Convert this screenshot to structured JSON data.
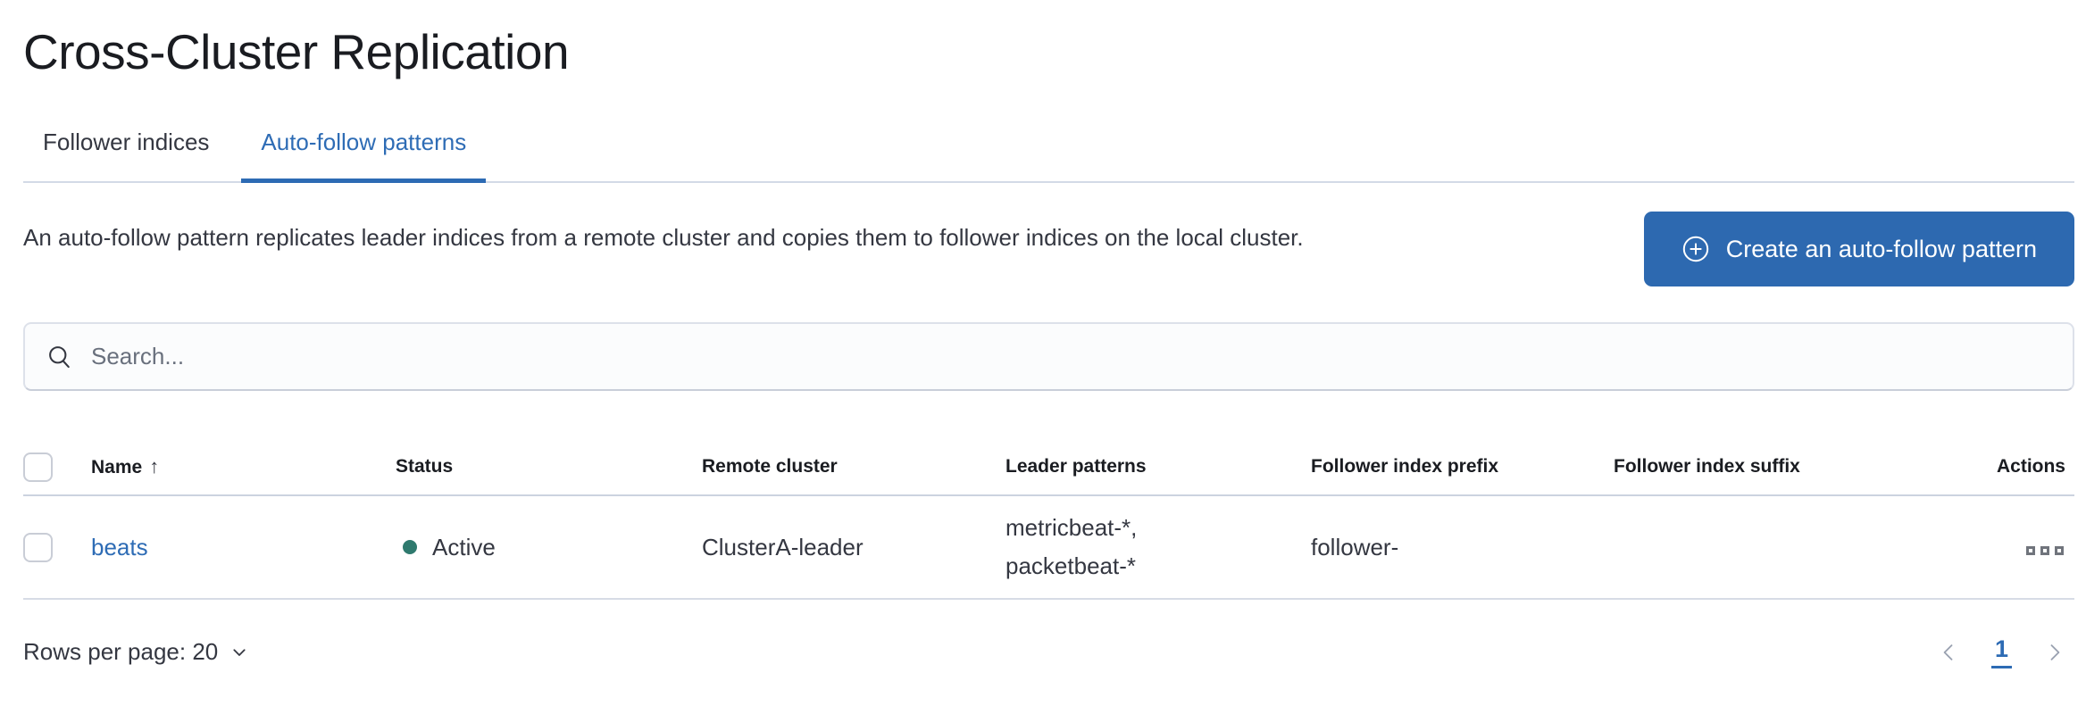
{
  "page": {
    "title": "Cross-Cluster Replication"
  },
  "tabs": [
    {
      "label": "Follower indices",
      "selected": false
    },
    {
      "label": "Auto-follow patterns",
      "selected": true
    }
  ],
  "intro": {
    "description": "An auto-follow pattern replicates leader indices from a remote cluster and copies them to follower indices on the local cluster.",
    "create_button_label": "Create an auto-follow pattern",
    "create_button_icon": "plus-in-circle-icon"
  },
  "search": {
    "placeholder": "Search...",
    "value": "",
    "icon": "search-icon"
  },
  "table": {
    "columns": [
      "Name",
      "Status",
      "Remote cluster",
      "Leader patterns",
      "Follower index prefix",
      "Follower index suffix",
      "Actions"
    ],
    "sort": {
      "column": "Name",
      "direction": "ascending",
      "arrow": "↑"
    },
    "rows": [
      {
        "name": "beats",
        "status": "Active",
        "status_color": "#2f7a6e",
        "remote_cluster": "ClusterA-leader",
        "leader_patterns": "metricbeat-*,\npacketbeat-*",
        "follower_index_prefix": "follower-",
        "follower_index_suffix": "",
        "actions_icon": "boxes-horizontal-icon"
      }
    ]
  },
  "footer": {
    "rows_per_page_label": "Rows per page: 20",
    "rows_per_page_icon": "chevron-down-icon",
    "pagination": {
      "prev_icon": "chevron-left-icon",
      "current_page": "1",
      "next_icon": "chevron-right-icon"
    }
  },
  "colors": {
    "primary_button_bg": "#2d69b0",
    "link_text": "#2e6cb5",
    "active_tab": "#2e6cb5",
    "tab_underline": "#2d6bb4",
    "success_dot": "#2f7a6e",
    "divider": "#d3dae6",
    "body_text": "#343741",
    "title_text": "#1a1c21",
    "muted_text": "#69707d"
  }
}
